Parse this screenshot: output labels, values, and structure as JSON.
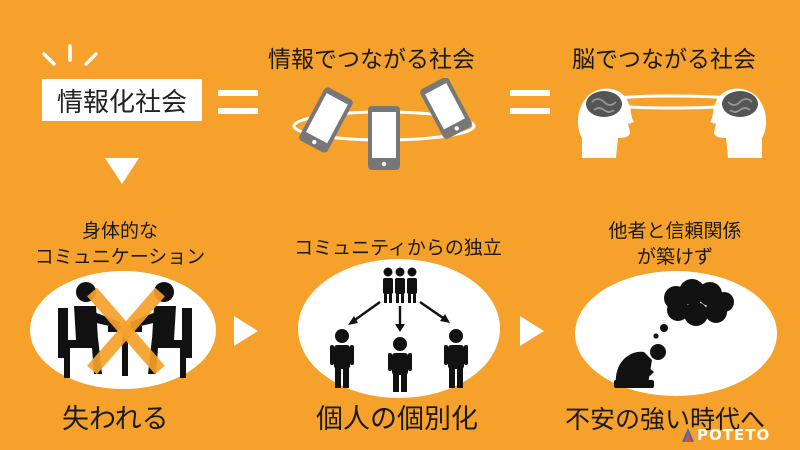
{
  "header": {
    "info_society": "情報化社会",
    "info_connected": "情報でつながる社会",
    "brain_connected": "脳でつながる社会"
  },
  "stages": [
    {
      "top_label_line1": "身体的な",
      "top_label_line2": "コミュニケーション",
      "bottom_label": "失われる"
    },
    {
      "top_label_line1": "コミュニティからの独立",
      "bottom_label": "個人の個別化"
    },
    {
      "top_label_line1": "他者と信頼関係",
      "top_label_line2": "が築けず",
      "bottom_label": "不安の強い時代へ"
    }
  ],
  "logo": {
    "text": "POTETO"
  },
  "colors": {
    "background": "#F6A12B",
    "panel": "#FFFFFF",
    "ink": "#1A1A1A",
    "device": "#777777",
    "cross": "#F6A12B"
  }
}
